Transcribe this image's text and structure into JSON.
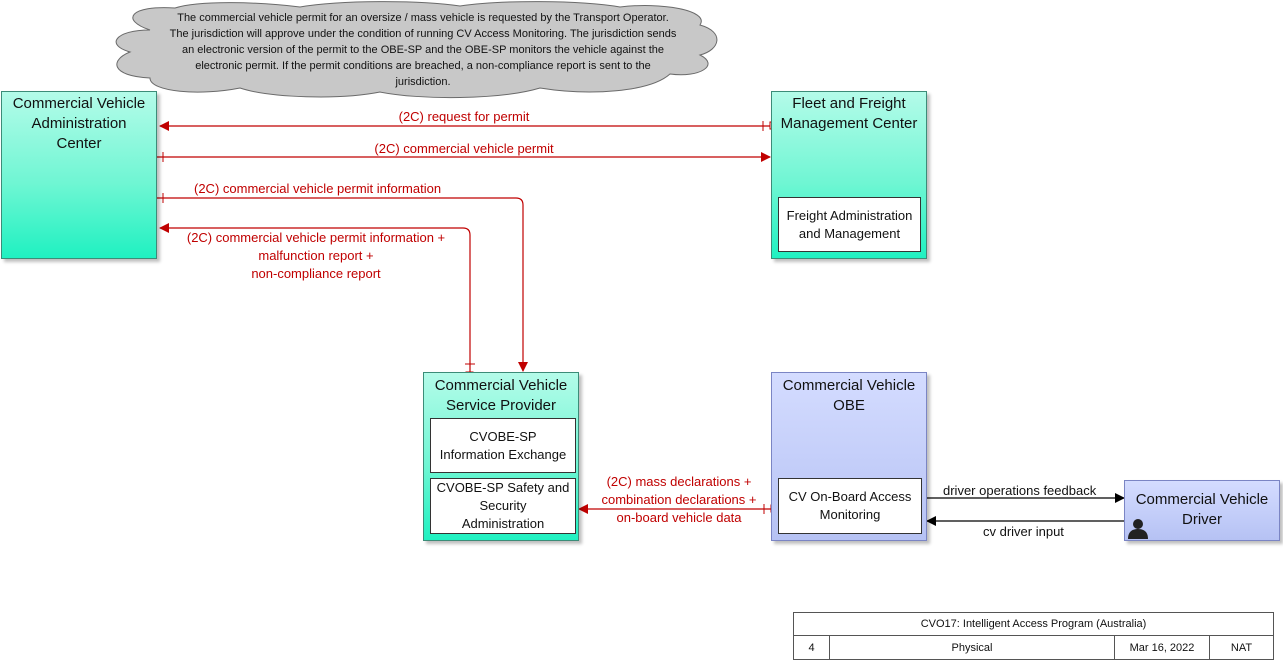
{
  "cloud": {
    "text": "The commercial vehicle permit for an oversize / mass vehicle is requested by the Transport Operator.\nThe jurisdiction will approve under the condition of running CV Access Monitoring. The jurisdiction sends\nan electronic version of the permit to the OBE-SP and the OBE-SP monitors the vehicle against the\nelectronic permit.  If the permit conditions are breached, a non-compliance report is sent to the\njurisdiction."
  },
  "nodes": {
    "cvac": {
      "title": "Commercial Vehicle\nAdministration\nCenter"
    },
    "ffmc": {
      "title": "Fleet and Freight\nManagement Center",
      "inner": "Freight Administration\nand Management"
    },
    "cvsp": {
      "title": "Commercial Vehicle\nService Provider",
      "inner1": "CVOBE-SP\nInformation Exchange",
      "inner2": "CVOBE-SP Safety and\nSecurity\nAdministration"
    },
    "obe": {
      "title": "Commercial Vehicle\nOBE",
      "inner": "CV On-Board Access\nMonitoring"
    },
    "driver": {
      "title": "Commercial Vehicle\nDriver",
      "icon": "person-icon"
    }
  },
  "flows": {
    "request_permit": "(2C) request for permit",
    "cv_permit": "(2C) commercial vehicle permit",
    "permit_info": "(2C) commercial vehicle permit information",
    "permit_info_malfunction": "(2C) commercial vehicle permit information +\nmalfunction report +\nnon-compliance report",
    "mass_declarations": "(2C) mass declarations +\ncombination declarations +\non-board vehicle data",
    "driver_feedback": "driver operations feedback",
    "driver_input": "cv driver input"
  },
  "title_block": {
    "title": "CVO17: Intelligent Access Program (Australia)",
    "page": "4",
    "view": "Physical",
    "date": "Mar 16, 2022",
    "scope": "NAT"
  },
  "colors": {
    "flow_red": "#c00000",
    "flow_black": "#000000",
    "teal_top": "#b4fbe9",
    "teal_bottom": "#1ff1c1",
    "blue": "#b6c2f4"
  }
}
